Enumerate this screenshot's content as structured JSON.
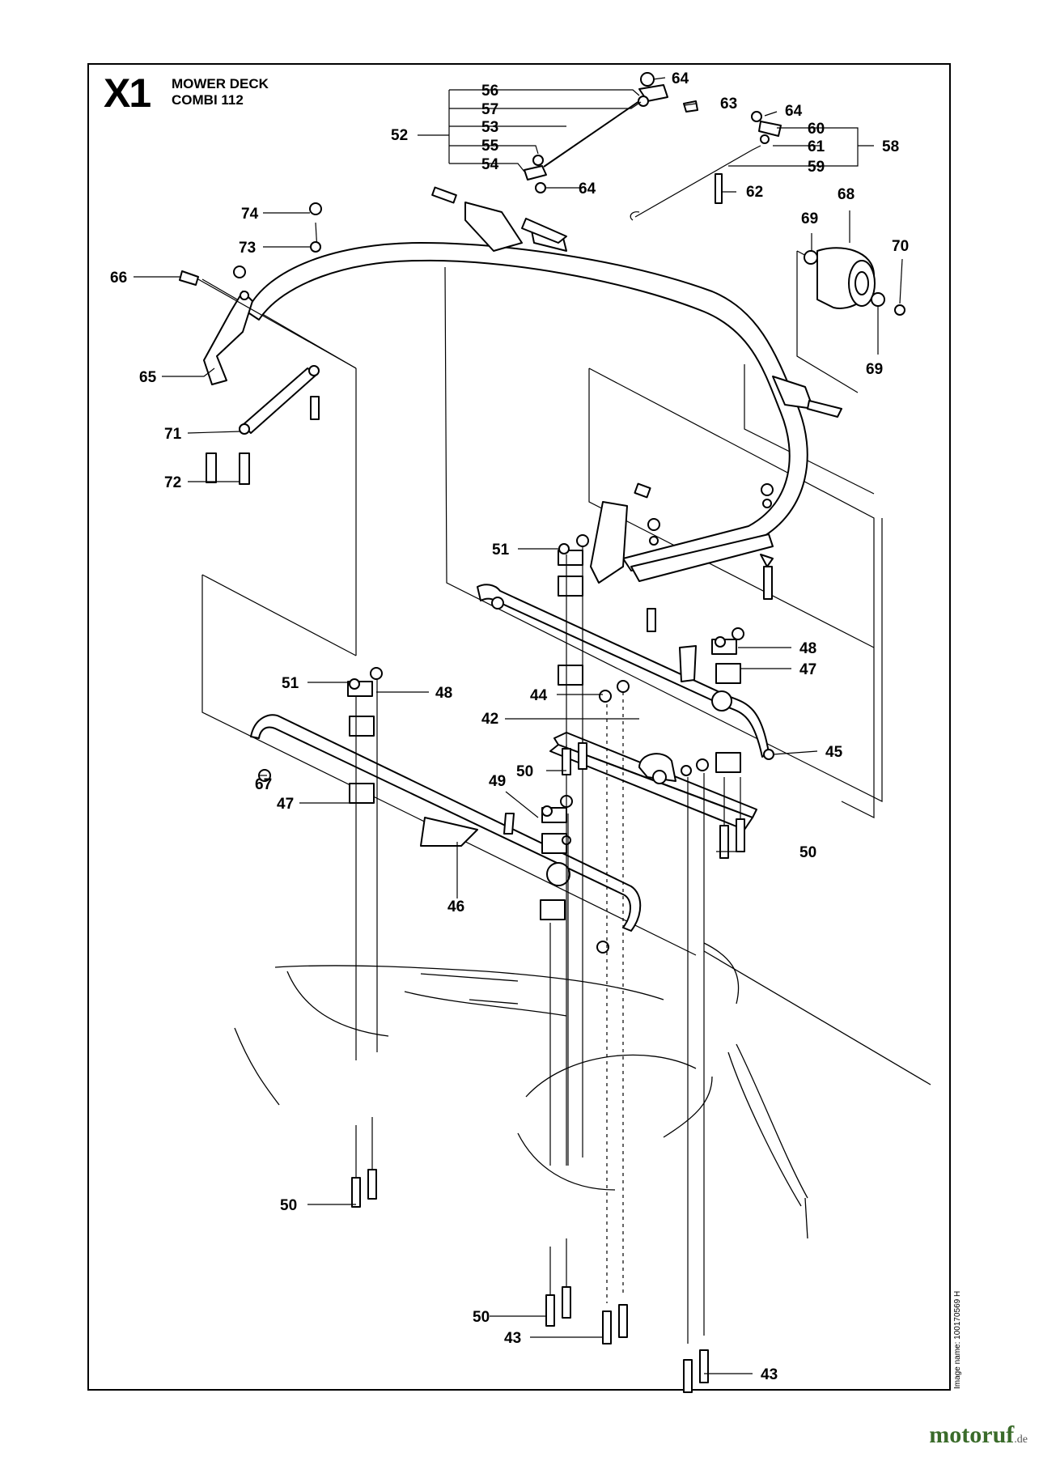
{
  "header": {
    "section_id": "X1",
    "title_line1": "MOWER DECK",
    "title_line2": "COMBI 112"
  },
  "image_name": "Image name: 100170569 H",
  "watermark": {
    "name": "motoruf",
    "tld": ".de"
  },
  "part_labels": {
    "p42": "42",
    "p43a": "43",
    "p43b": "43",
    "p44": "44",
    "p45": "45",
    "p46": "46",
    "p47a": "47",
    "p47b": "47",
    "p48a": "48",
    "p48b": "48",
    "p49": "49",
    "p50a": "50",
    "p50b": "50",
    "p50c": "50",
    "p50d": "50",
    "p51a": "51",
    "p51b": "51",
    "p52": "52",
    "p53": "53",
    "p54": "54",
    "p55": "55",
    "p56": "56",
    "p57": "57",
    "p58": "58",
    "p59": "59",
    "p60": "60",
    "p61": "61",
    "p62": "62",
    "p63": "63",
    "p64a": "64",
    "p64b": "64",
    "p64c": "64",
    "p65": "65",
    "p66": "66",
    "p67": "67",
    "p68": "68",
    "p69a": "69",
    "p69b": "69",
    "p70": "70",
    "p71": "71",
    "p72": "72",
    "p73": "73",
    "p74": "74"
  }
}
